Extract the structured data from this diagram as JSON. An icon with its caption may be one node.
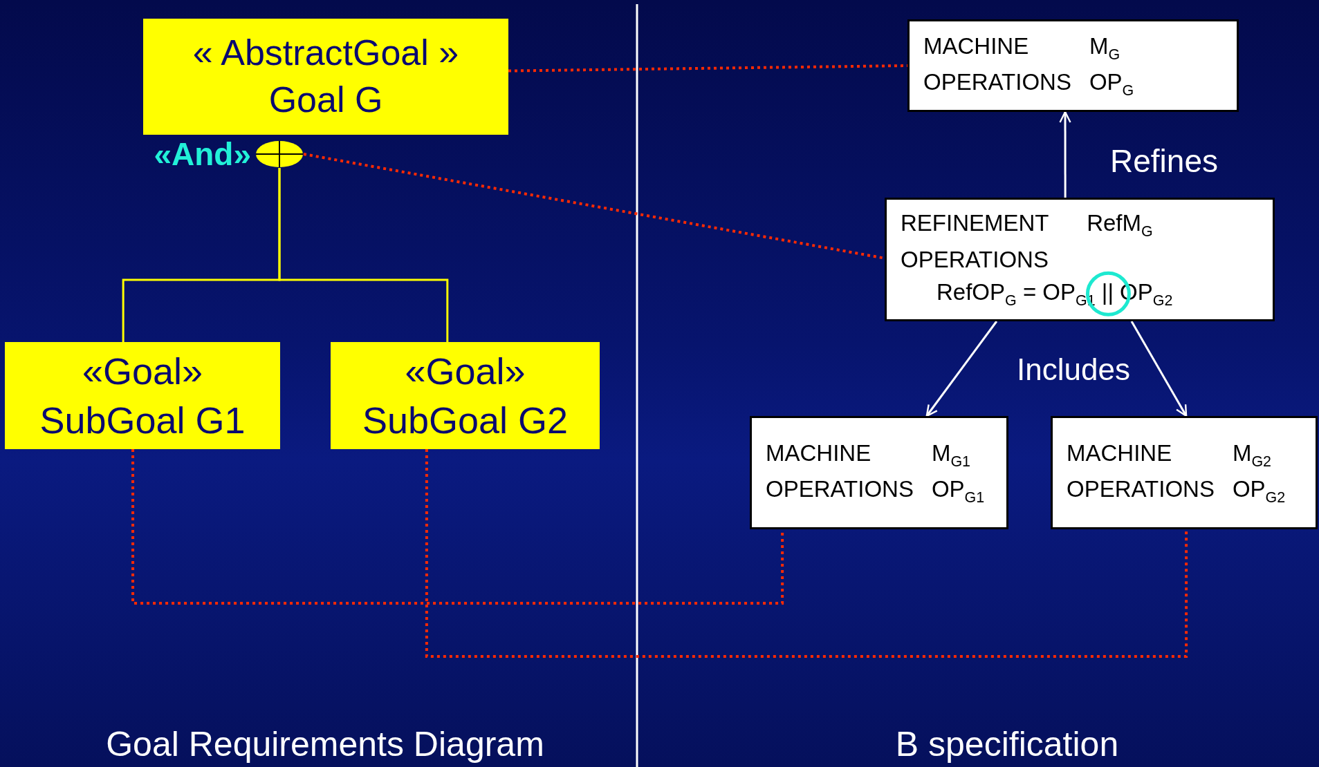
{
  "diagram": {
    "nodes": [
      {
        "text": [
          "« AbstractGoal »",
          "Goal G"
        ]
      },
      {
        "text": [],
        "shape": "circle",
        "beside": [
          "«And»"
        ]
      },
      {
        "text": [
          "«Goal»",
          "SubGoal G1"
        ]
      },
      {
        "text": [
          "«Goal»",
          "SubGoal G2"
        ]
      },
      {
        "text": [
          "MACHINE",
          "M$_{G}$",
          "OPERATIONS",
          "OP$_{G}$"
        ]
      },
      {
        "text": [
          "REFINEMENT",
          "RefM$_{G}$",
          "OPERATIONS",
          "RefOP$_{G}$ = OP$_{G1}$ || OP$_{G2}$"
        ]
      },
      {
        "text": [
          "MACHINE",
          "M$_{G1}$",
          "OPERATIONS",
          "OP$_{G1}$"
        ]
      },
      {
        "text": [
          "MACHINE",
          "M$_{G2}$",
          "OPERATIONS",
          "OP$_{G2}$"
        ]
      }
    ],
    "edges": [
      {
        "from": 0,
        "to": 4,
        "arrow": "none",
        "style": "dashed",
        "color": "#ff2a00"
      },
      {
        "from": 1,
        "to": 5,
        "arrow": "none",
        "style": "dashed",
        "color": "#ff2a00"
      },
      {
        "from": 1,
        "to": 2,
        "arrow": "none",
        "color": "#ffff00"
      },
      {
        "from": 1,
        "to": 3,
        "arrow": "none",
        "color": "#ffff00"
      },
      {
        "from": 5,
        "to": 4,
        "arrow": "to",
        "label": "Refines",
        "color": "#ffffff"
      },
      {
        "from": 5,
        "to": 6,
        "arrow": "to",
        "color": "#ffffff"
      },
      {
        "from": 5,
        "to": 7,
        "arrow": "to",
        "label": "Includes",
        "color": "#ffffff"
      },
      {
        "from": 2,
        "to": 6,
        "arrow": "none",
        "style": "dashed",
        "color": "#ff2a00"
      },
      {
        "from": 3,
        "to": 7,
        "arrow": "none",
        "style": "dashed",
        "color": "#ff2a00"
      }
    ],
    "labels": [
      "Goal Requirements Diagram",
      "B specification"
    ]
  }
}
